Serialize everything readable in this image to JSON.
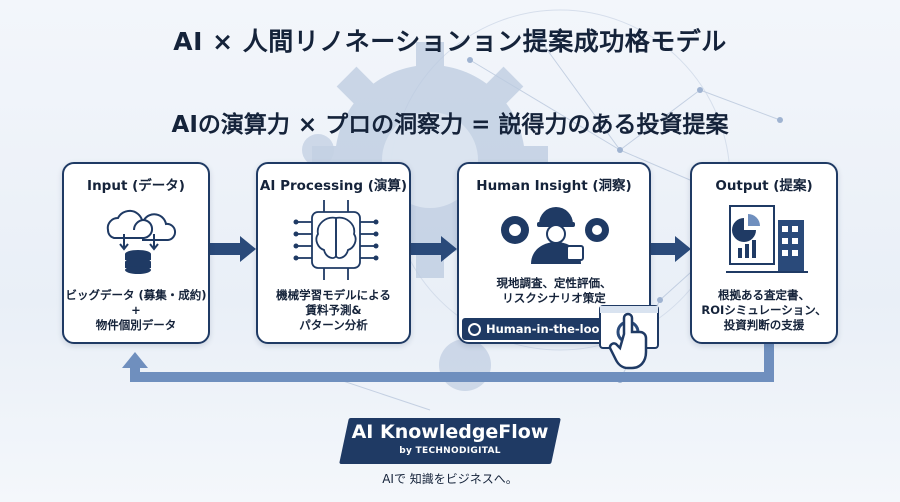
{
  "title": "AI × 人間リノネーションョン提案成功格モデル",
  "subtitle": "AIの演算力 × プロの洞察力 = 説得力のある投資提案",
  "stages": [
    {
      "title": "Input (データ)",
      "desc_line1": "ビッグデータ (募集・成約)",
      "desc_line2": "+",
      "desc_line3": "物件個別データ",
      "icon": "cloud-database-icon"
    },
    {
      "title": "AI Processing (演算)",
      "desc_line1": "機械学習モデルによる",
      "desc_line2": "賃料予測&",
      "desc_line3": "パターン分析",
      "icon": "ai-brain-chip-icon"
    },
    {
      "title": "Human Insight (洞察)",
      "desc_line1": "現地調査、定性評価、",
      "desc_line2": "リスクシナリオ策定",
      "desc_line3": "",
      "icon": "engineer-gears-icon"
    },
    {
      "title": "Output (提案)",
      "desc_line1": "根拠ある査定書、",
      "desc_line2": "ROIシミュレーション、",
      "desc_line3": "投資判断の支援",
      "icon": "report-building-icon"
    }
  ],
  "hitl_label": "Human-in-the-loop",
  "brand": {
    "name": "AI KnowledgeFlow",
    "by": "by TECHNODIGITAL"
  },
  "tagline": "AIで 知識をビジネスへ。",
  "colors": {
    "navy": "#1f3a64",
    "arrow": "#2a4a7a",
    "accent_light": "#6f8fbe"
  }
}
